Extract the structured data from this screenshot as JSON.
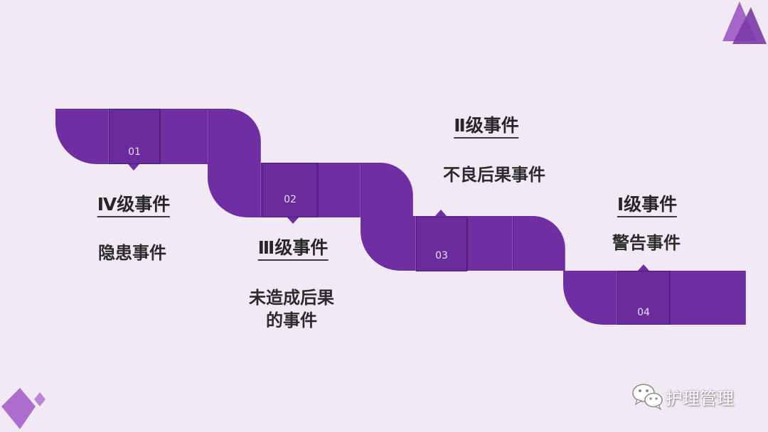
{
  "steps": [
    {
      "number": "01",
      "level": "Ⅳ级事件",
      "description": "隐患事件"
    },
    {
      "number": "02",
      "level": "Ⅲ级事件",
      "description": "未造成后果\n的事件"
    },
    {
      "number": "03",
      "level": "Ⅱ级事件",
      "description": "不良后果事件"
    },
    {
      "number": "04",
      "level": "Ⅰ级事件",
      "description": "警告事件"
    }
  ],
  "watermark": {
    "text": "护理管理",
    "icon": "wechat-icon"
  },
  "colors": {
    "background": "#f1e9f4",
    "accent": "#6f2fa2",
    "deco_light": "#a05cc4",
    "deco_dark": "#7a3aa8"
  }
}
